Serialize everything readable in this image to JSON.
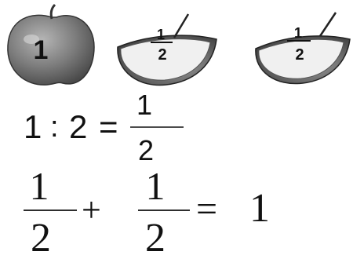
{
  "apples": {
    "whole_label": "1",
    "half_left": {
      "numerator": "1",
      "denominator": "2"
    },
    "half_right": {
      "numerator": "1",
      "denominator": "2"
    }
  },
  "equation1": {
    "left": "1",
    "colon": ":",
    "right": "2",
    "equals": "=",
    "numerator": "1",
    "denominator": "2"
  },
  "equation2": {
    "a_numerator": "1",
    "a_denominator": "2",
    "plus": "+",
    "b_numerator": "1",
    "b_denominator": "2",
    "equals": "=",
    "result": "1"
  },
  "colors": {
    "apple_red": "#8a8a8a",
    "apple_flesh": "#f2f2f2",
    "ink": "#111111"
  }
}
